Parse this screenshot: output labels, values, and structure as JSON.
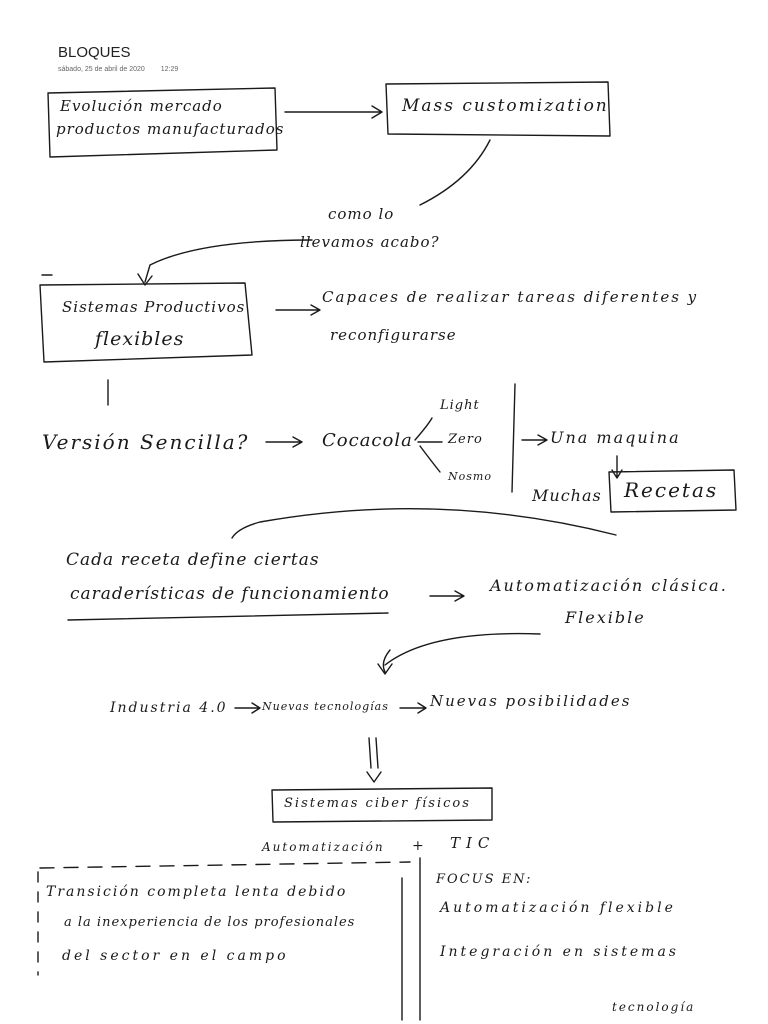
{
  "page": {
    "title": "BLOQUES",
    "date": "sábado, 25 de abril de 2020",
    "time": "12:29"
  },
  "notes": {
    "evolucion_l1": "Evolución mercado",
    "evolucion_l2": "productos manufacturados",
    "mass": "Mass customization",
    "como_l1": "como lo",
    "como_l2": "llevamos acabo?",
    "sistemas_l1": "Sistemas Productivos",
    "sistemas_l2": "flexibles",
    "capaces_l1": "Capaces de realizar tareas diferentes y",
    "capaces_l2": "reconfigurarse",
    "version": "Versión Sencilla?",
    "cocacola": "Cocacola",
    "light": "Light",
    "zero": "Zero",
    "nosmo": "Nosmo",
    "una_maquina": "Una maquina",
    "muchas": "Muchas",
    "recetas": "Recetas",
    "cada_l1": "Cada receta define ciertas",
    "cada_l2": "caraderísticas de funcionamiento",
    "automat_clasica": "Automatización clásica.",
    "flexible": "Flexible",
    "industria": "Industria 4.0",
    "nuevas_tec": "Nuevas tecnologías",
    "nuevas_pos": "Nuevas posibilidades",
    "ciber": "Sistemas ciber físicos",
    "automatizacion": "Automatización",
    "plus": "+",
    "tic": "TIC",
    "transicion_l1": "Transición completa lenta debido",
    "transicion_l2": "a la inexperiencia de los profesionales",
    "transicion_l3": "del sector en el campo",
    "focus": "FOCUS EN:",
    "focus_1": "Automatización flexible",
    "focus_2": "Integración en sistemas",
    "focus_3": "tecnología"
  }
}
